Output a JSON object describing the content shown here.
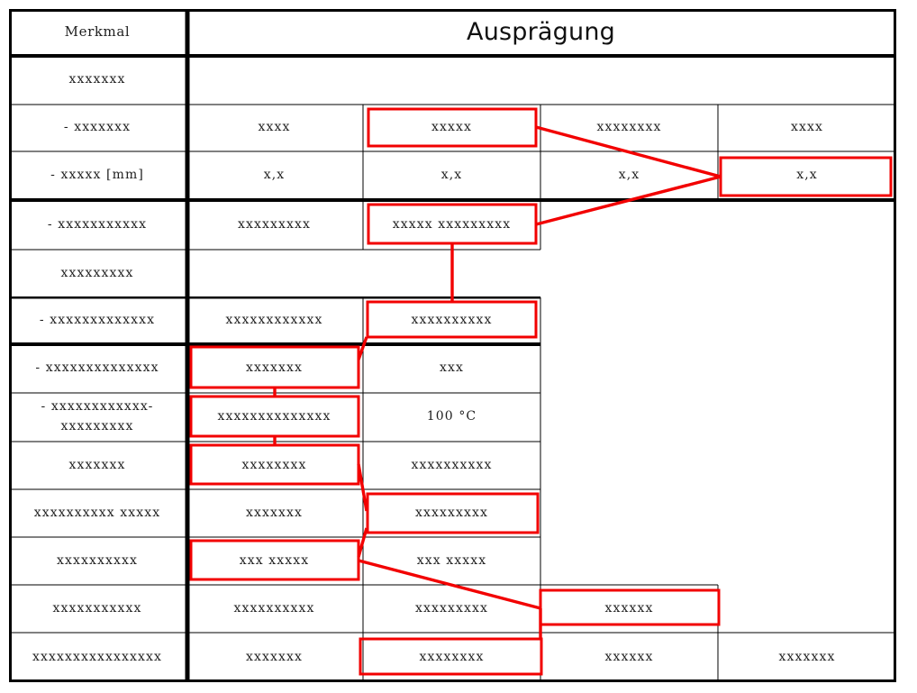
{
  "header": {
    "merkmal": "Merkmal",
    "auspraegung": "Ausprägung"
  },
  "rows": [
    {
      "label": "xxxxxxx",
      "type": "section-header",
      "cells": {},
      "selected": null
    },
    {
      "label": "- xxxxxxx",
      "type": "feature",
      "cells": {
        "c2": "xxxx",
        "c3": "xxxxx",
        "c4": "xxxxxxxx",
        "c5": "xxxx"
      },
      "selected": "c3"
    },
    {
      "label": "- xxxxx [mm]",
      "type": "feature",
      "cells": {
        "c2": "x,x",
        "c3": "x,x",
        "c4": "x,x",
        "c5": "x,x"
      },
      "selected": "c5"
    },
    {
      "label": "- xxxxxxxxxxx",
      "type": "feature",
      "cells": {
        "c2": "xxxxxxxxx",
        "c3": "xxxxx xxxxxxxxx"
      },
      "selected": "c3"
    },
    {
      "label": "xxxxxxxxx",
      "type": "section-header",
      "cells": {},
      "selected": null
    },
    {
      "label": "- xxxxxxxxxxxxx",
      "type": "feature",
      "cells": {
        "c2": "xxxxxxxxxxxx",
        "c3": "xxxxxxxxxx"
      },
      "selected": "c3"
    },
    {
      "label": "- xxxxxxxxxxxxxx",
      "type": "feature",
      "cells": {
        "c2": "xxxxxxx",
        "c3": "xxx"
      },
      "selected": "c2"
    },
    {
      "label": "- xxxxxxxxxxxx-\nxxxxxxxxx",
      "type": "feature",
      "cells": {
        "c2": "xxxxxxxxxxxxxx",
        "c3": "100 °C"
      },
      "selected": "c2"
    },
    {
      "label": "xxxxxxx",
      "type": "feature",
      "cells": {
        "c2": "xxxxxxxx",
        "c3": "xxxxxxxxxx"
      },
      "selected": "c2"
    },
    {
      "label": "xxxxxxxxxx xxxxx",
      "type": "feature",
      "cells": {
        "c2": "xxxxxxx",
        "c3": "xxxxxxxxx"
      },
      "selected": "c3"
    },
    {
      "label": "xxxxxxxxxx",
      "type": "feature",
      "cells": {
        "c2": "xxx xxxxx",
        "c3": "xxx xxxxx"
      },
      "selected": "c2"
    },
    {
      "label": "xxxxxxxxxxx",
      "type": "feature",
      "cells": {
        "c2": "xxxxxxxxxx",
        "c3": "xxxxxxxxx",
        "c4": "xxxxxx"
      },
      "selected": "c4"
    },
    {
      "label": "xxxxxxxxxxxxxxxx",
      "type": "feature",
      "cells": {
        "c2": "xxxxxxx",
        "c3": "xxxxxxxx",
        "c4": "xxxxxx",
        "c5": "xxxxxxx"
      },
      "selected": "c3"
    }
  ],
  "colors": {
    "selection": "#f20000",
    "grid": "#000000",
    "text": "#1f1f1f",
    "background": "#ffffff"
  }
}
